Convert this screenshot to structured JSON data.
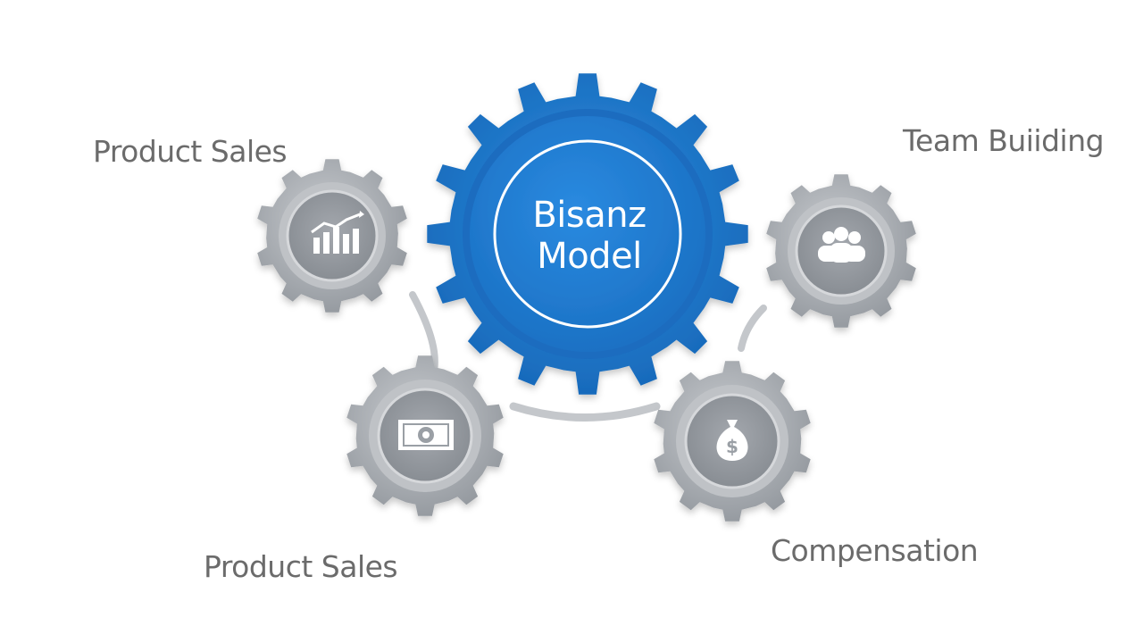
{
  "center": {
    "line1": "Bisanz",
    "line2": "Model"
  },
  "satellites": {
    "top_left": {
      "label": "Product Sales",
      "icon": "bar-chart-icon"
    },
    "top_right": {
      "label": "Team Buiiding",
      "icon": "team-icon"
    },
    "bottom_left": {
      "label": "Product Sales",
      "icon": "banknote-icon"
    },
    "bottom_right": {
      "label": "Compensation",
      "icon": "money-bag-icon"
    }
  },
  "colors": {
    "center_gear": "#1f7fd0",
    "satellite_gear": "#a9adb2",
    "label_text": "#6b6b6b",
    "connector": "#c4c7cb"
  }
}
